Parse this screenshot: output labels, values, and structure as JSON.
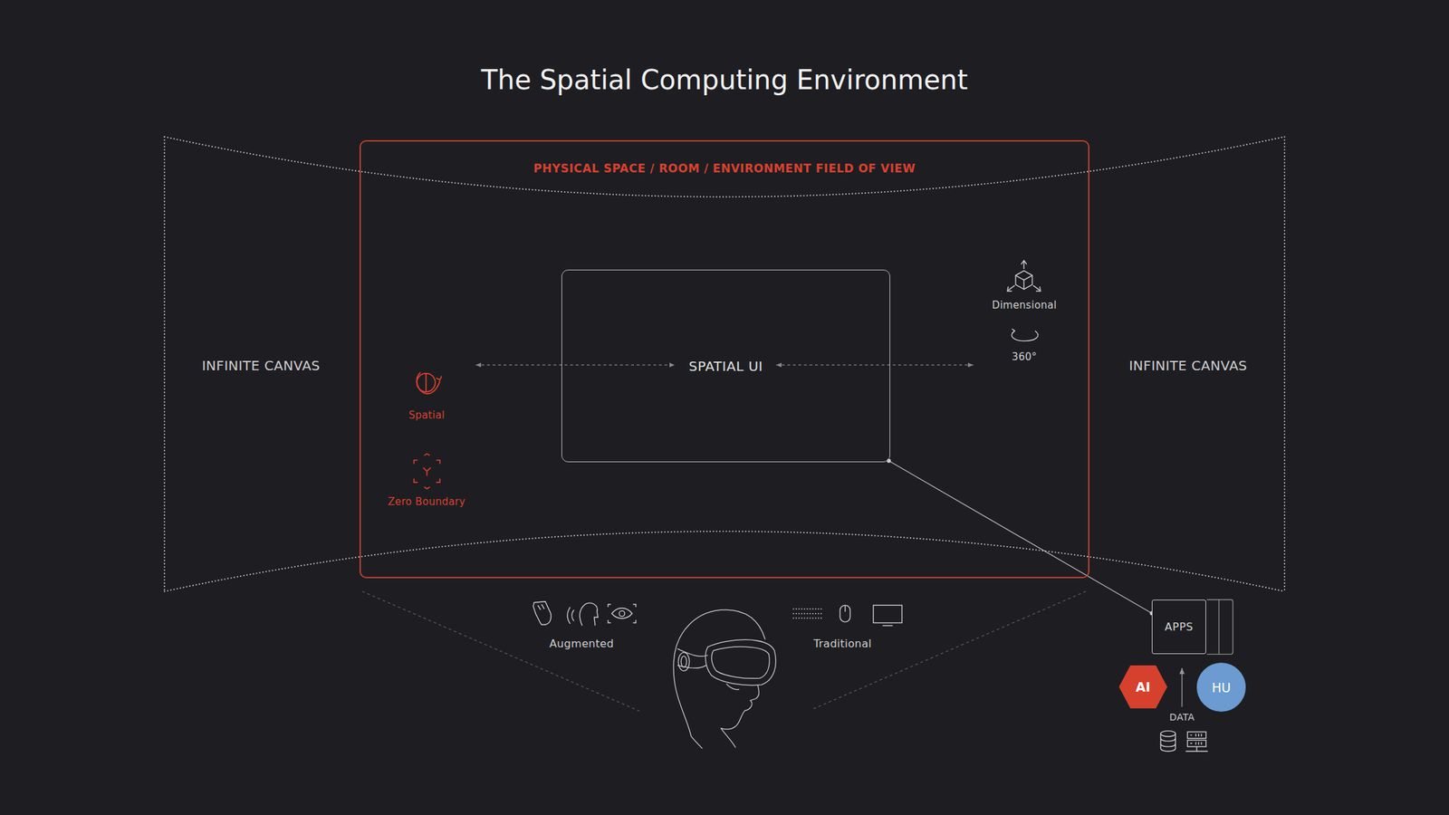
{
  "diagram": {
    "title": "The Spatial Computing Environment",
    "nodes": [
      {
        "text": [
          "PHYSICAL SPACE / ROOM / ENVIRONMENT FIELD OF VIEW"
        ]
      },
      {
        "text": [
          "SPATIAL UI"
        ],
        "in": 0
      },
      {
        "text": [
          "APPS"
        ]
      },
      {
        "text": [
          "AI"
        ]
      },
      {
        "text": [
          "HU"
        ]
      }
    ],
    "edges": [
      {
        "from": 1,
        "to": 2,
        "arrow": "none"
      }
    ],
    "labels": [
      "INFINITE CANVAS",
      "INFINITE CANVAS",
      "Spatial",
      "Zero Boundary",
      "Dimensional",
      "360°",
      "Augmented",
      "Traditional",
      "DATA"
    ]
  }
}
